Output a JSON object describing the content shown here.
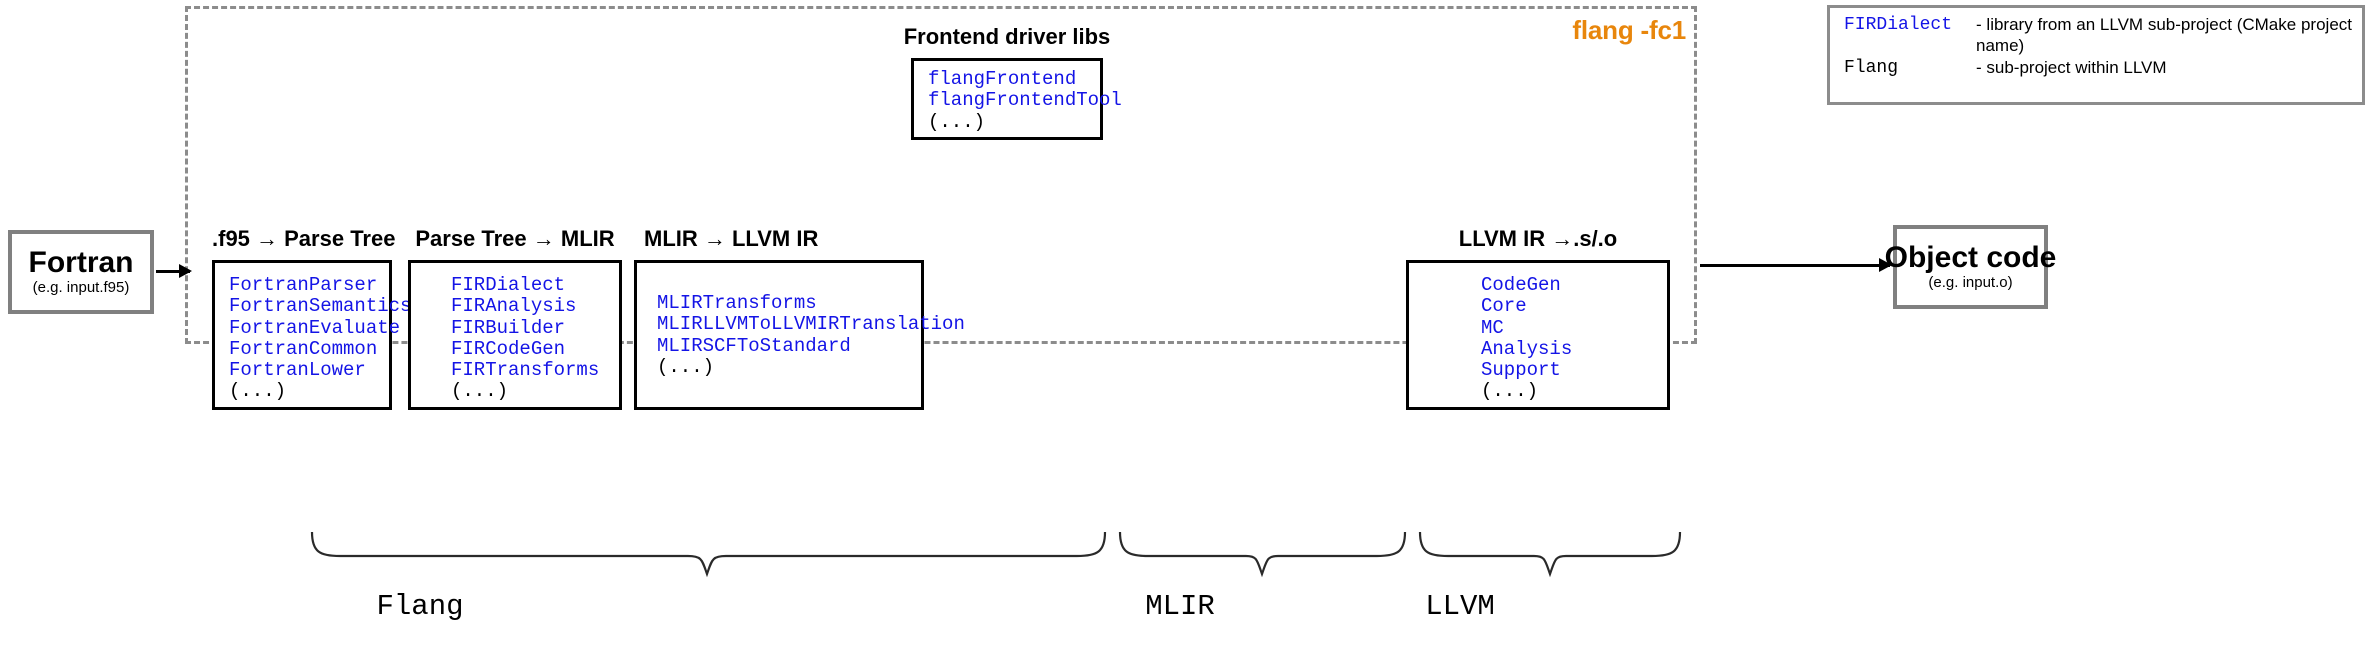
{
  "diagram": {
    "title": "flang -fc1 compiler driver pipeline",
    "accent_orange": "#E8860C",
    "library_blue": "#1414E6",
    "box_gray": "#808080"
  },
  "region": {
    "label": "flang -fc1"
  },
  "input": {
    "title": "Fortran",
    "subtitle": "(e.g. input.f95)"
  },
  "output": {
    "title": "Object code",
    "subtitle": "(e.g. input.o)"
  },
  "driver": {
    "title": "Frontend driver libs",
    "libs": [
      "flangFrontend",
      "flangFrontendTool",
      "(...)"
    ]
  },
  "stages": [
    {
      "title": ".f95 → Parse Tree",
      "libs": [
        "FortranParser",
        "FortranSemantics",
        "FortranEvaluate",
        "FortranCommon",
        "FortranLower",
        "(...)"
      ]
    },
    {
      "title": "Parse Tree → MLIR",
      "libs": [
        "FIRDialect",
        "FIRAnalysis",
        "FIRBuilder",
        "FIRCodeGen",
        "FIRTransforms",
        "(...)"
      ]
    },
    {
      "title": "MLIR → LLVM IR",
      "libs": [
        "MLIRTransforms",
        "MLIRLLVMToLLVMIRTranslation",
        "MLIRSCFToStandard",
        "(...)"
      ]
    },
    {
      "title": "LLVM IR →.s/.o",
      "libs": [
        "CodeGen",
        "Core",
        "MC",
        "Analysis",
        "Support",
        "(...)"
      ]
    }
  ],
  "legend": {
    "rows": [
      {
        "term": "FIRDialect",
        "term_style": "blue",
        "desc": "- library from an LLVM sub-project (CMake project name)"
      },
      {
        "term": "Flang",
        "term_style": "plain",
        "desc": "- sub-project within LLVM"
      }
    ]
  },
  "groups": [
    {
      "label": "Flang"
    },
    {
      "label": "MLIR"
    },
    {
      "label": "LLVM"
    }
  ]
}
